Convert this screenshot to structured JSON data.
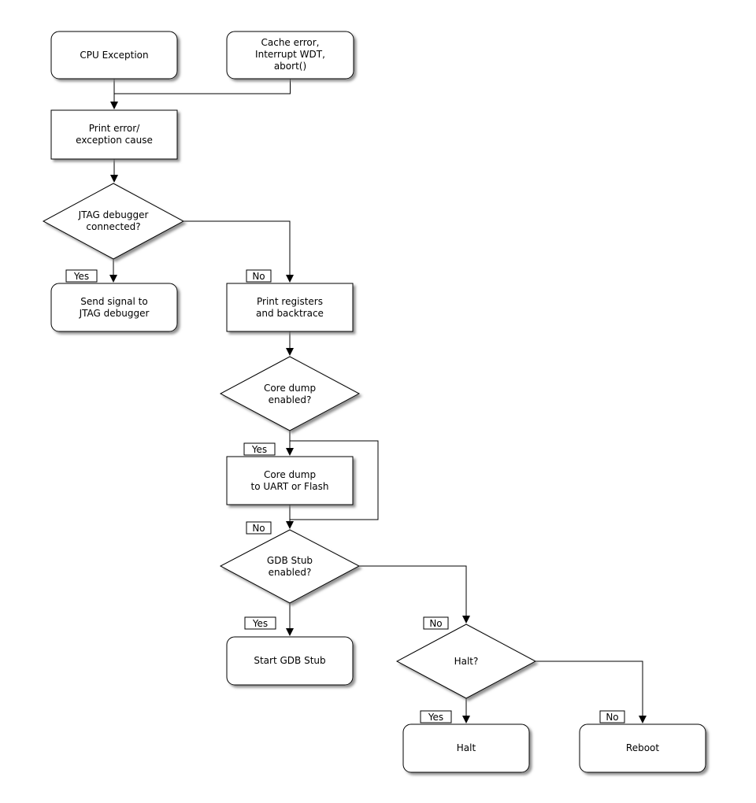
{
  "diagram": {
    "type": "flowchart",
    "colors": {
      "background": "#ffffff",
      "node_fill": "#ffffff",
      "stroke": "#000000",
      "text": "#000000",
      "shadow": "#777777"
    }
  },
  "nodes": {
    "cpu_exception": {
      "shape": "rounded-rect",
      "lines": [
        "CPU Exception"
      ]
    },
    "cache_error": {
      "shape": "rounded-rect",
      "lines": [
        "Cache error,",
        "Interrupt WDT,",
        "abort()"
      ]
    },
    "print_error": {
      "shape": "rect",
      "lines": [
        "Print error/",
        "exception cause"
      ]
    },
    "jtag_connected": {
      "shape": "diamond",
      "lines": [
        "JTAG debugger",
        "connected?"
      ]
    },
    "send_signal": {
      "shape": "rounded-rect",
      "lines": [
        "Send signal to",
        "JTAG debugger"
      ]
    },
    "print_registers": {
      "shape": "rect",
      "lines": [
        "Print registers",
        "and backtrace"
      ]
    },
    "core_dump_enabled": {
      "shape": "diamond",
      "lines": [
        "Core dump",
        "enabled?"
      ]
    },
    "core_dump": {
      "shape": "rect",
      "lines": [
        "Core dump",
        "to UART or Flash"
      ]
    },
    "gdb_stub_enabled": {
      "shape": "diamond",
      "lines": [
        "GDB Stub",
        "enabled?"
      ]
    },
    "start_gdb_stub": {
      "shape": "rounded-rect",
      "lines": [
        "Start GDB Stub"
      ]
    },
    "halt_question": {
      "shape": "diamond",
      "lines": [
        "Halt?"
      ]
    },
    "halt": {
      "shape": "rounded-rect",
      "lines": [
        "Halt"
      ]
    },
    "reboot": {
      "shape": "rounded-rect",
      "lines": [
        "Reboot"
      ]
    }
  },
  "edge_labels": {
    "jtag_yes": "Yes",
    "jtag_no": "No",
    "core_dump_yes": "Yes",
    "core_dump_no": "No",
    "gdb_stub_yes": "Yes",
    "gdb_stub_no": "No",
    "halt_yes": "Yes",
    "halt_no": "No"
  }
}
